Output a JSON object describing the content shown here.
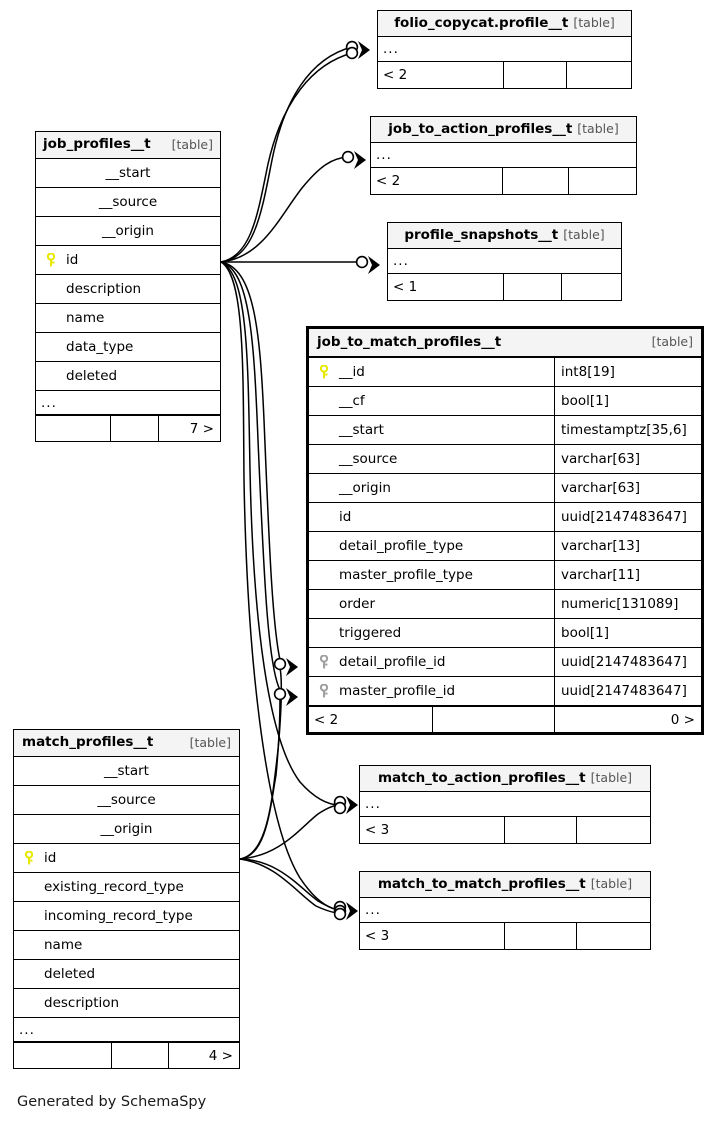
{
  "diagram": {
    "generator_note": "Generated by SchemaSpy",
    "table_tag": "[table]",
    "ellipsis": "...",
    "key_colors": {
      "primary_key": "#e8e800",
      "foreign_key": "#a0a0a0"
    }
  },
  "tables": {
    "job_profiles": {
      "name": "job_profiles__t",
      "tag": "[table]",
      "rows": [
        {
          "name": "__start",
          "key": "none"
        },
        {
          "name": "__source",
          "key": "none"
        },
        {
          "name": "__origin",
          "key": "none"
        },
        {
          "name": "id",
          "key": "primary"
        },
        {
          "name": "description",
          "key": "none"
        },
        {
          "name": "name",
          "key": "none"
        },
        {
          "name": "data_type",
          "key": "none"
        },
        {
          "name": "deleted",
          "key": "none"
        }
      ],
      "more_rows_indicator": "...",
      "footer": {
        "left": "",
        "middle": "",
        "right": "7 >"
      }
    },
    "match_profiles": {
      "name": "match_profiles__t",
      "tag": "[table]",
      "rows": [
        {
          "name": "__start",
          "key": "none"
        },
        {
          "name": "__source",
          "key": "none"
        },
        {
          "name": "__origin",
          "key": "none"
        },
        {
          "name": "id",
          "key": "primary"
        },
        {
          "name": "existing_record_type",
          "key": "none"
        },
        {
          "name": "incoming_record_type",
          "key": "none"
        },
        {
          "name": "name",
          "key": "none"
        },
        {
          "name": "deleted",
          "key": "none"
        },
        {
          "name": "description",
          "key": "none"
        }
      ],
      "more_rows_indicator": "...",
      "footer": {
        "left": "",
        "middle": "",
        "right": "4 >"
      }
    },
    "job_to_match_profiles": {
      "name": "job_to_match_profiles__t",
      "tag": "[table]",
      "columns": [
        {
          "name": "__id",
          "type": "int8[19]",
          "key": "primary"
        },
        {
          "name": "__cf",
          "type": "bool[1]",
          "key": "none"
        },
        {
          "name": "__start",
          "type": "timestamptz[35,6]",
          "key": "none"
        },
        {
          "name": "__source",
          "type": "varchar[63]",
          "key": "none"
        },
        {
          "name": "__origin",
          "type": "varchar[63]",
          "key": "none"
        },
        {
          "name": "id",
          "type": "uuid[2147483647]",
          "key": "none"
        },
        {
          "name": "detail_profile_type",
          "type": "varchar[13]",
          "key": "none"
        },
        {
          "name": "master_profile_type",
          "type": "varchar[11]",
          "key": "none"
        },
        {
          "name": "order",
          "type": "numeric[131089]",
          "key": "none"
        },
        {
          "name": "triggered",
          "type": "bool[1]",
          "key": "none"
        },
        {
          "name": "detail_profile_id",
          "type": "uuid[2147483647]",
          "key": "foreign"
        },
        {
          "name": "master_profile_id",
          "type": "uuid[2147483647]",
          "key": "foreign"
        }
      ],
      "footer": {
        "left": "< 2",
        "middle": "",
        "right": "0 >"
      }
    },
    "folio_copycat_profile": {
      "name": "folio_copycat.profile__t",
      "tag": "[table]",
      "stub": "...",
      "footer": {
        "left": "< 2",
        "middle": "",
        "right": ""
      }
    },
    "job_to_action_profiles": {
      "name": "job_to_action_profiles__t",
      "tag": "[table]",
      "stub": "...",
      "footer": {
        "left": "< 2",
        "middle": "",
        "right": ""
      }
    },
    "profile_snapshots": {
      "name": "profile_snapshots__t",
      "tag": "[table]",
      "stub": "...",
      "footer": {
        "left": "< 1",
        "middle": "",
        "right": ""
      }
    },
    "match_to_action_profiles": {
      "name": "match_to_action_profiles__t",
      "tag": "[table]",
      "stub": "...",
      "footer": {
        "left": "< 3",
        "middle": "",
        "right": ""
      }
    },
    "match_to_match_profiles": {
      "name": "match_to_match_profiles__t",
      "tag": "[table]",
      "stub": "...",
      "footer": {
        "left": "< 3",
        "middle": "",
        "right": ""
      }
    }
  }
}
